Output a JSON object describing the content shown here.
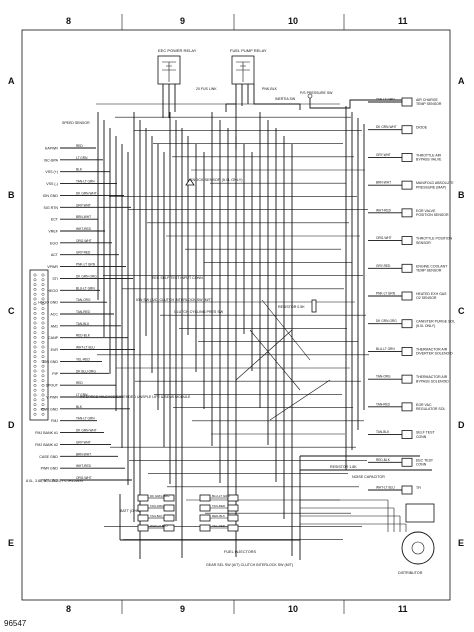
{
  "grid": {
    "columns": [
      "8",
      "9",
      "10",
      "11"
    ],
    "rows": [
      "A",
      "B",
      "C",
      "D",
      "E"
    ]
  },
  "relays": {
    "eec": "EEC POWER RELAY",
    "fuel_pump": "FUEL PUMP RELAY"
  },
  "top_notes": {
    "fuse_link": "20 FUS LINK",
    "inertia": "INERTIA SW",
    "pk_blk": "PNK-BLK",
    "ps_pressure": "P/S PRESSURE SW",
    "speed_sensor": "SPEED SENSOR"
  },
  "left_pins": [
    "KAPWR",
    "ISC-BPA",
    "VSS (+)",
    "VSS (-)",
    "IGN GND",
    "SIG RTN",
    "ECT",
    "VREF",
    "EGO",
    "ACT",
    "VPWR",
    "STI",
    "HEGO",
    "HEGO GND",
    "ACC",
    "AM1",
    "CANP",
    "EVR",
    "IGN GND",
    "PIP",
    "SPOUT",
    "V PWR",
    "PWR GND",
    "FMJ",
    "FMJ BANK #1",
    "FMJ BANK #2",
    "CASE GND",
    "PWR GND",
    "PWR GND"
  ],
  "left_notes": {
    "computer": "8.0L, 3.8L, 8.7L ELECT CTRL ASSY"
  },
  "mid_labels": {
    "knock": "KNOCK SENSOR (5.0L ONLY)",
    "self_test": "EEC SELF TEST INPUT CONN",
    "ign_sw": "IGN SW (A/C) CLUTCH INTERLOCK SW (M/T)",
    "clutch": "CLUTCH CYCLING PRES SW",
    "module": "INFERRED MILEAGE EXTENDED UNSPLE LIFE & SENS MODULE",
    "batt": "BATT (OHM)",
    "injectors": "FUEL INJECTORS",
    "gear_sel": "GEAR SEL SW (A/T) CLUTCH INTERLOCK SW (M/T)",
    "resistor": "RESISTOR 0.5K",
    "resistor1": "RESISTOR 1.8K",
    "noise": "NOISE CAPACITOR"
  },
  "right_components": [
    "AIR CHARGE TEMP SENSOR",
    "DIODE",
    "THROTTLE AIR BYPASS VALVE",
    "MANIFOLD ABSOLUTE PRESSURE (MAP)",
    "EGR VALVE POSITION SENSOR",
    "THROTTLE POSITION SENSOR",
    "ENGINE COOLANT TEMP SENSOR",
    "HEATED EXH GAS O2 SENSOR",
    "CANISTER PURGE SOL (5.0L ONLY)",
    "THERMACTOR AIR DIVERTER SOLENOID",
    "THERMACTOR AIR BYPASS SOLENOID",
    "EGR VAC REGULATOR SOL",
    "SELF TEST CONN",
    "EEC TEST CONN",
    "TFI",
    "DISTRIBUTOR"
  ],
  "wire_colors": [
    "RED",
    "LT GRN",
    "BLK",
    "TAN-LT GRN",
    "DK GRN-WHT",
    "GRY-WHT",
    "BRN-WHT",
    "WHT-RED",
    "ORG-WHT",
    "GRY-RED",
    "PNK-LT GRN",
    "DK GRN-ORG",
    "BLU-LT GRN",
    "TAN-ORG",
    "TAN-RED",
    "TAN-BLK",
    "RED-BLK",
    "WHT-LT BLU",
    "YEL-RED",
    "DK BLU-ORG"
  ],
  "footer": {
    "id": "96547"
  }
}
